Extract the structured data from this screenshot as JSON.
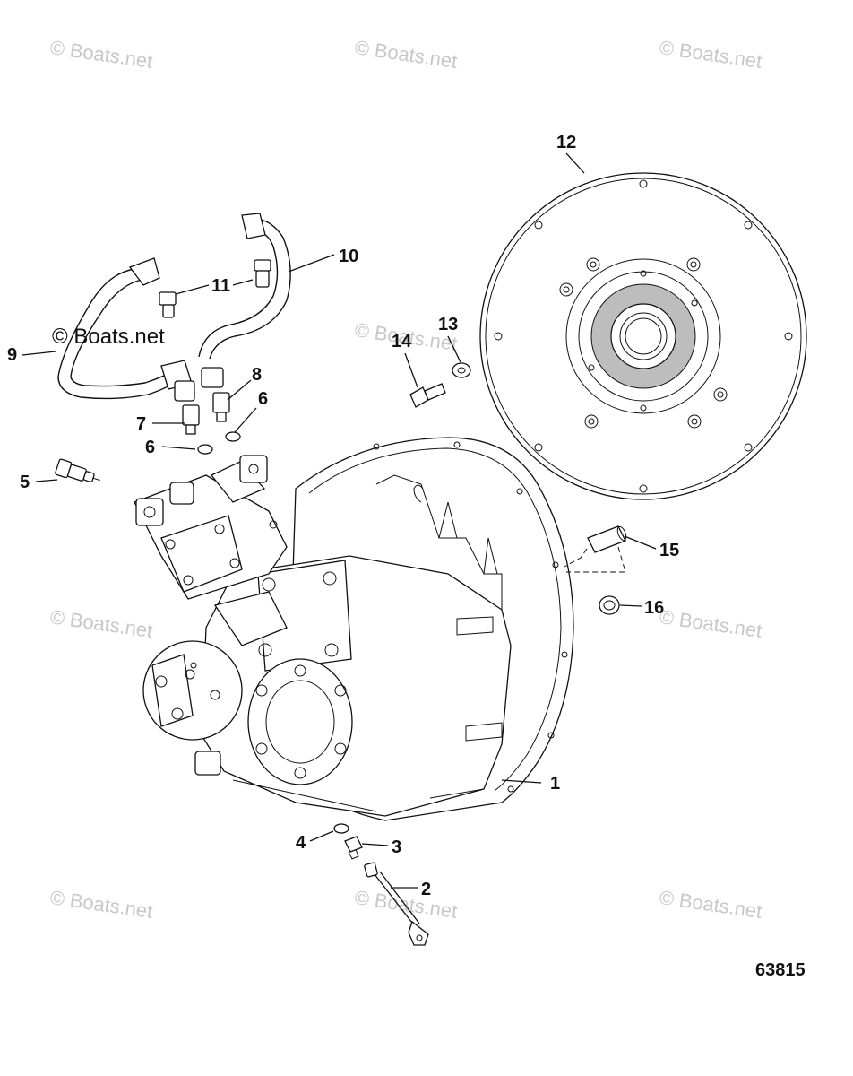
{
  "watermark": "© Boats.net",
  "drawing_number": "63815",
  "callouts": [
    "1",
    "2",
    "3",
    "4",
    "5",
    "6",
    "6",
    "7",
    "8",
    "9",
    "10",
    "11",
    "12",
    "13",
    "14",
    "15",
    "16"
  ]
}
